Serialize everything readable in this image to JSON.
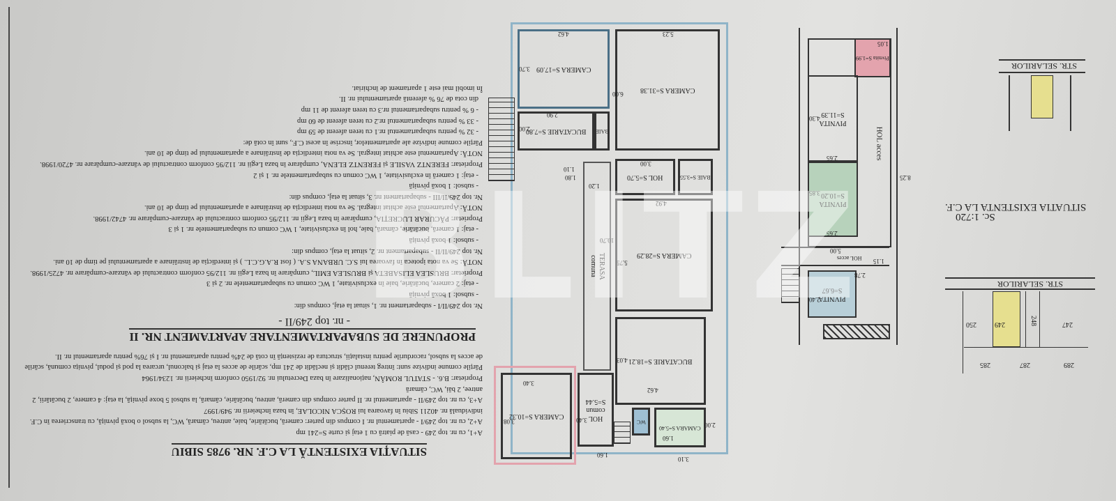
{
  "document": {
    "title": "SITUAȚIA EXISTENTĂ LA C.F. NR. 9785 SIBIU",
    "paragraphs": [
      "A+1, cu nr. top 249 - casă de piatră cu 1 etaj și curte      S=241 mp",
      "A+2, cu nr. top 249/I - apartamentul nr. I compus din parter: cameră, bucătărie, baie, antreu, cămară, WC, la subsol o boxă pivniță, cu transcrierea în C.F. individuală nr. 40211 Sibiu în favoarea lui ROȘCA NICOLAE, în baza încheierii nr. 949/1997",
      "A+3, cu nr. top 249/II - apartamentul nr. II parter compus din cameră, antreu, bucătărie, cămară, la subsol 5 boxe pivniță, la etaj: 4 camere, 2 bucătării, 2 antree, 2 băi, WC, cămară",
      "Proprietar: B.6. - STATUL ROMÂN, naționalizare în baza Decretului nr. 92/1950 conform încheierii nr. 1234/1964",
      "Părțile comune indivize sunt: întreg terenul clădit și neclădit de 241 mp, scările de acces la etaj și balconul, urcarea la pod și podul, pivnița comună, scările de acces la subsol, racordurile pentru instalații, structura de rezistență în cotă de 24% pentru apartamentul nr. I și 76% pentru apartamentul nr. II."
    ],
    "proposal_title": "PROPUNERE DE SUBAPARTAMENTARE APARTAMENT NR. II",
    "proposal_subtitle": "- nr. top 249/II -",
    "sub1": [
      "Nr. top 249/II/I - subapartament nr. 1, situat la etaj, compus din:",
      "- subsol: 1 boxă pivniță",
      "- etaj: 2 camere, bucătărie, baie în exclusivitate, 1 WC comun cu subapartamentele nr. 2 și 3",
      "Proprietar: BRUSLEA ELISABETA și BRUSLEA EMIL, cumpărare în baza Legii nr. 112/95 conform contractului de vânzare-cumpărare nr. 4725/1998.",
      "NOTĂ: Se va nota ipoteca în favoarea lui S.C. URBANA S.A. ( fost R.A.G.C.L. ) și interdicția de înstrăinare a apartamentului pe timp de 10 ani."
    ],
    "sub2": [
      "Nr. top 249/II/II - subapartament nr. 2, situat la etaj, compus din:",
      "- subsol: 1 boxă pivniță",
      "- etaj: 1 cameră, bucătărie, cămară, baie, hol în exclusivitate, 1 WC comun cu subapartamentele nr. 1 și 3",
      "Proprietar: PĂCURAR LUCREȚIA, cumpărare în baza Legii nr. 112/95 conform contractului de vânzare-cumpărare nr. 4742/1998.",
      "NOTĂ: Apartamentul este achitat integral. Se va nota interdicția de înstrăinare a apartamentului pe timp de 10 ani."
    ],
    "sub3": [
      "Nr. top 249/II/III - subapartament nr. 3, situat la etaj, compus din:",
      "- subsol: 1 boxă pivniță",
      "- etaj: 1 cameră în exclusivitate, 1 WC comun cu subapartamentele nr. 1 și 2",
      "Proprietar: FERENTZ VASILE și FERENTZ ELENA, cumpărare în baza Legii nr. 112/95 conform contractului de vânzare-cumpărare nr. 4720/1998.",
      "NOTĂ: Apartamentul este achitat integral. Se va nota interdicția de înstrăinare a apartamentului pe timp de 10 ani."
    ],
    "shares": [
      "Părțile comune indivize ale apartamentelor, înscrise în acest C.F., sunt în cotă de:",
      "- 32 % pentru subapartamentul nr.1 cu teren aferent de 59 mp",
      "- 33 % pentru subapartamentul nr.2 cu teren aferent de 60 mp",
      "- 6 % pentru subapartamentul nr.3 cu teren aferent de 11 mp",
      "din cota de 76 % aferentă apartamentului nr. II."
    ],
    "footer": "În imobil mai este 1 apartament de închiriat."
  },
  "floor_plan": {
    "rooms": [
      "CAMERA S=17.09",
      "CAMERA S=31.38",
      "BUCATARIE S=7.80",
      "BAIE",
      "HOL S=5.70",
      "BAIE S=3.55",
      "CAMERA S=28.29",
      "BUCATARIE S=18.21",
      "CAMARA S=5.40",
      "WC",
      "HOL comun S=5.44",
      "CAMERA S=10.32",
      "TERASA comuna"
    ],
    "dims": [
      "4.62",
      "5.23",
      "3.70",
      "6.00",
      "2.90",
      "2.00",
      "1.10",
      "1.80",
      "1.20",
      "3.00",
      "4.92",
      "10.70",
      "5.75",
      "4.03",
      "4.62",
      "3.40",
      "3.08",
      "3.40",
      "1.60",
      "2.00",
      "3.10",
      "1.60"
    ]
  },
  "basement_plan": {
    "rooms": [
      "Pivnita S=1.99",
      "PIVNITA S=11.39",
      "HOL acces",
      "PIVNITA S=10.20",
      "HOL acces",
      "PIVNITA S=6.67"
    ],
    "dims": [
      "1.05",
      "4.30",
      "2.65",
      "8.25",
      "3.85",
      "2.65",
      "5.00",
      "1.15",
      "2.78",
      "2.40"
    ]
  },
  "site": {
    "street": "STR. SELARILOR",
    "title": "SITUATIA EXISTENTA LA C.F.",
    "scale": "Sc. 1:720",
    "parcels": [
      "247",
      "248",
      "249",
      "250",
      "285",
      "287",
      "289"
    ]
  },
  "watermark": "BLITZ",
  "colors": {
    "paper": "#dcdcda",
    "blue_outline": "#8fb4c8",
    "green": "#9cc9a6",
    "pink": "#e3a3ad",
    "yellow": "#e6df8f"
  }
}
